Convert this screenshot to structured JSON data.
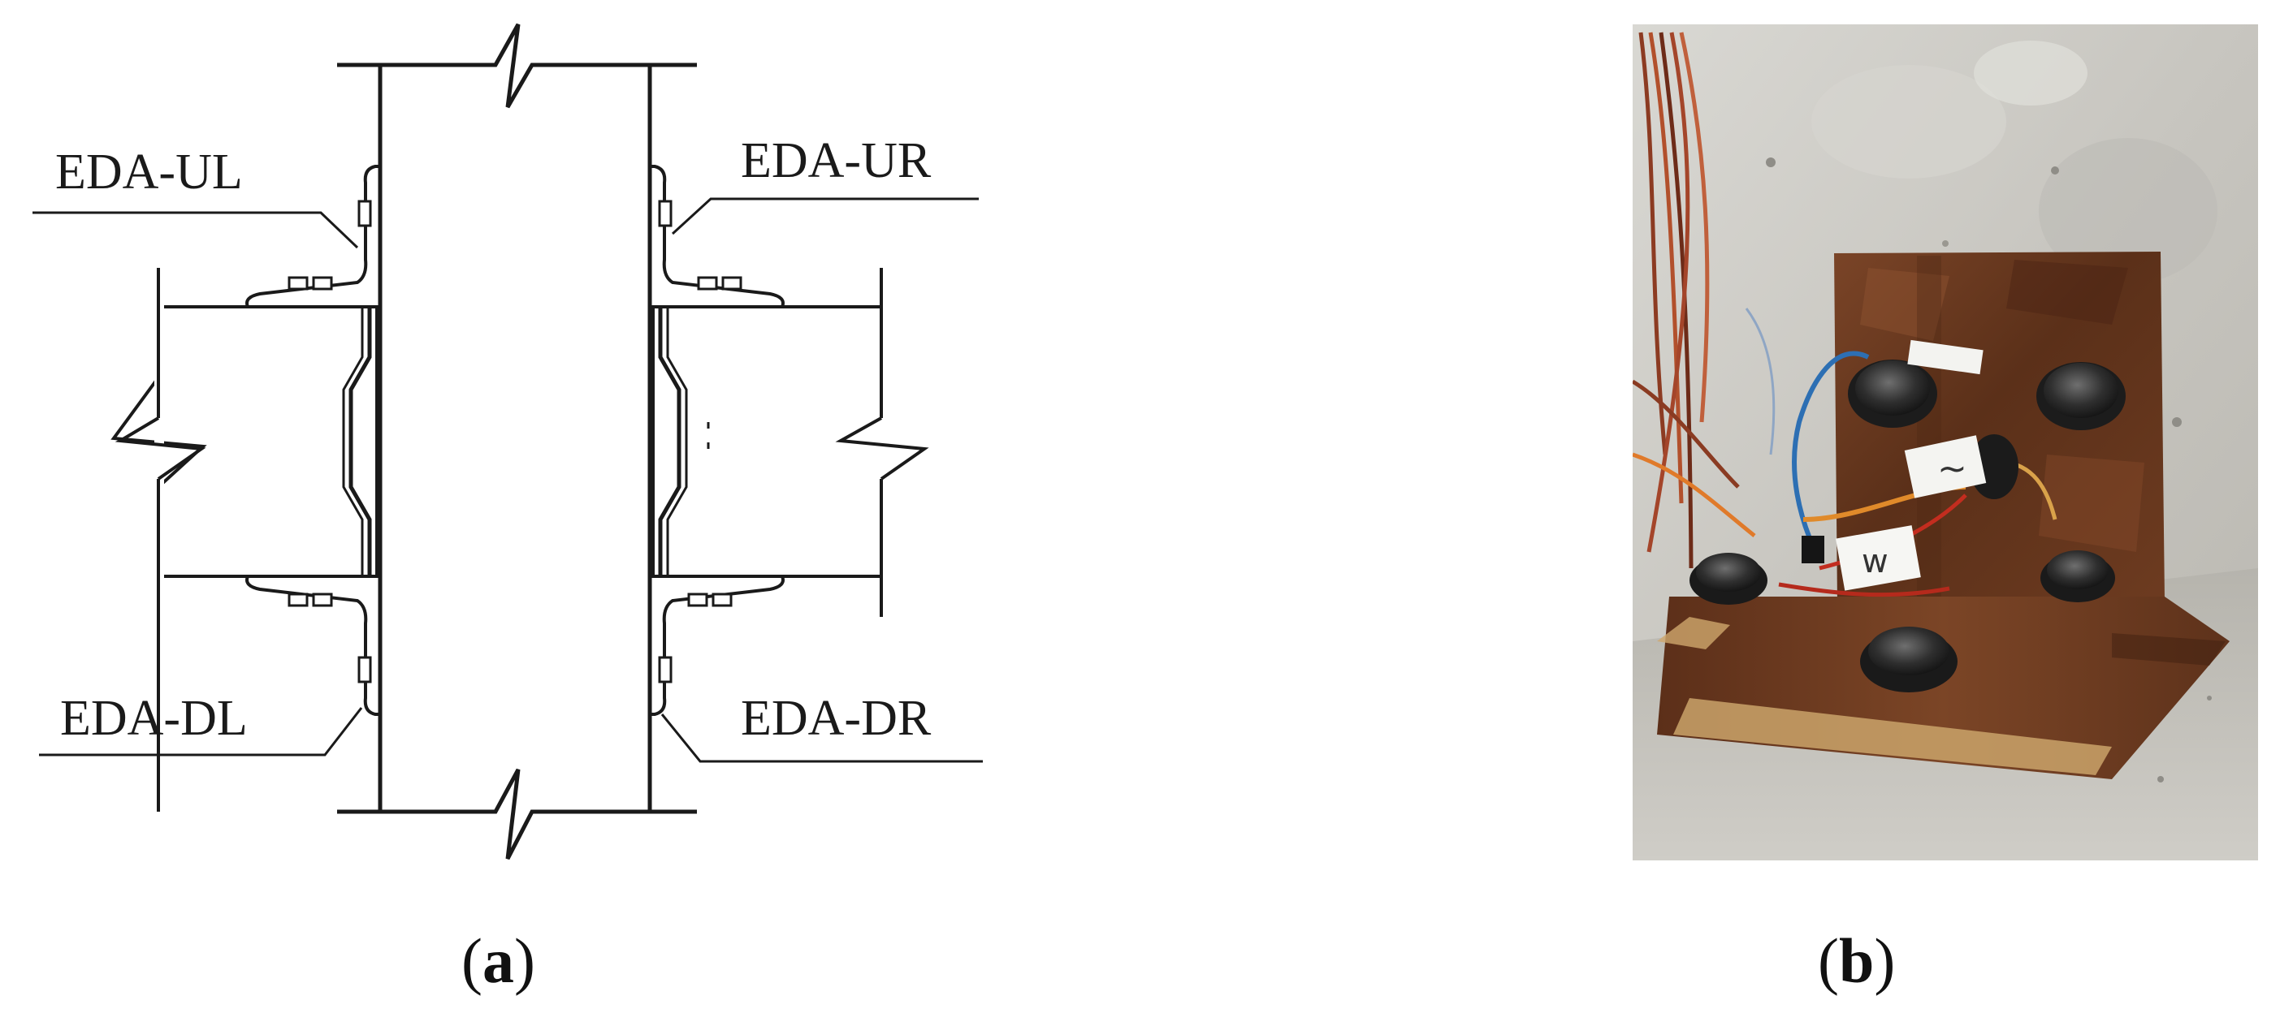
{
  "diagram": {
    "labels": {
      "upper_left": "EDA-UL",
      "upper_right": "EDA-UR",
      "lower_left": "EDA-DL",
      "lower_right": "EDA-DR"
    }
  },
  "captions": {
    "a_open": "(",
    "a_letter": "a",
    "a_close": ")",
    "b_open": "(",
    "b_letter": "b",
    "b_close": ")"
  },
  "photo": {
    "tag_1": "~",
    "tag_2": "w"
  },
  "colors": {
    "rust": "#6b3a22",
    "concrete": "#c9c7c1",
    "line": "#1a1a1a"
  }
}
